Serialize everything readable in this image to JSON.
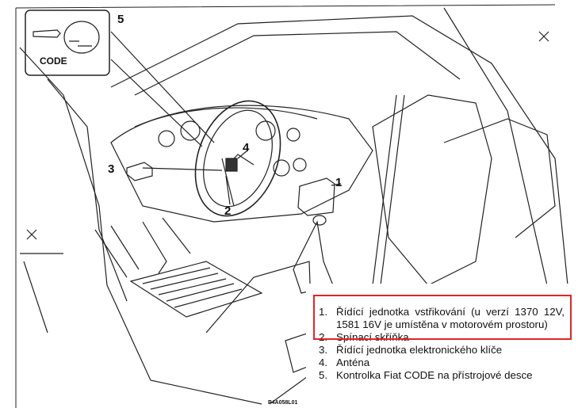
{
  "callouts": {
    "n1": "1",
    "n2": "2",
    "n3": "3",
    "n4": "4",
    "n5": "5"
  },
  "inset": {
    "label": "CODE"
  },
  "legend": {
    "items": [
      {
        "num": "1.",
        "text": "Řídící jednotka vstřikování (u verzí 1370 12V, 1581 16V je umístěna v motorovém prostoru)"
      },
      {
        "num": "2.",
        "text": "Spínací skříňka"
      },
      {
        "num": "3.",
        "text": "Řídící jednotka elektronického klíče"
      },
      {
        "num": "4.",
        "text": "Anténa"
      },
      {
        "num": "5.",
        "text": "Kontrolka Fiat CODE na přístrojové desce"
      }
    ],
    "highlight_color": "#e52424"
  },
  "figure_ref": "P4A058L01"
}
